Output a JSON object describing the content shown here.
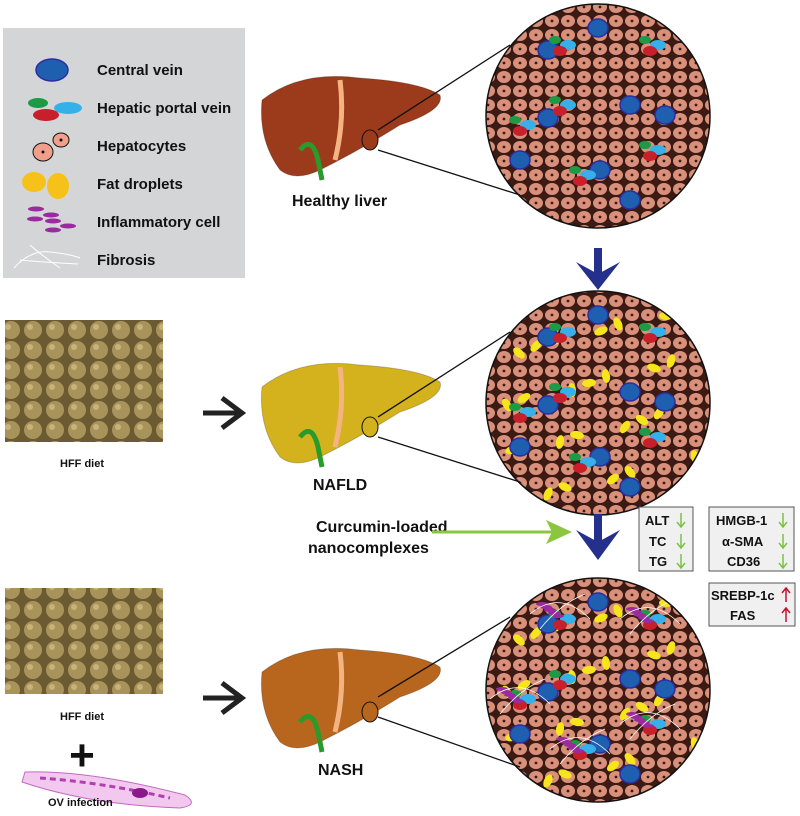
{
  "legend": {
    "items": [
      {
        "icon": "central-vein-icon",
        "label": "Central vein"
      },
      {
        "icon": "hepatic-portal-vein-icon",
        "label": "Hepatic portal vein"
      },
      {
        "icon": "hepatocytes-icon",
        "label": "Hepatocytes"
      },
      {
        "icon": "fat-droplets-icon",
        "label": "Fat droplets"
      },
      {
        "icon": "inflammatory-cell-icon",
        "label": "Inflammatory cell"
      },
      {
        "icon": "fibrosis-icon",
        "label": "Fibrosis"
      }
    ]
  },
  "stages": {
    "healthy": "Healthy liver",
    "nafld": "NAFLD",
    "nash": "NASH"
  },
  "inputs": {
    "diet1": "HFF diet",
    "diet2": "HFF diet",
    "plus": "+",
    "infection": "OV infection"
  },
  "treatment": {
    "line1": "Curcumin-loaded",
    "line2": "nanocomplexes"
  },
  "markers": {
    "box1": [
      "ALT",
      "TC",
      "TG"
    ],
    "box2": [
      "HMGB-1",
      "α-SMA",
      "CD36"
    ],
    "box3": [
      "SREBP-1c",
      "FAS"
    ]
  },
  "colors": {
    "healthy_liver": "#9c3a1c",
    "nafld_liver": "#d4b21e",
    "nash_liver": "#b8661e",
    "arrow_blue": "#24308c",
    "arrow_green": "#8cc63f",
    "down_arrow": "#7cc242",
    "up_arrow": "#c8102e"
  }
}
